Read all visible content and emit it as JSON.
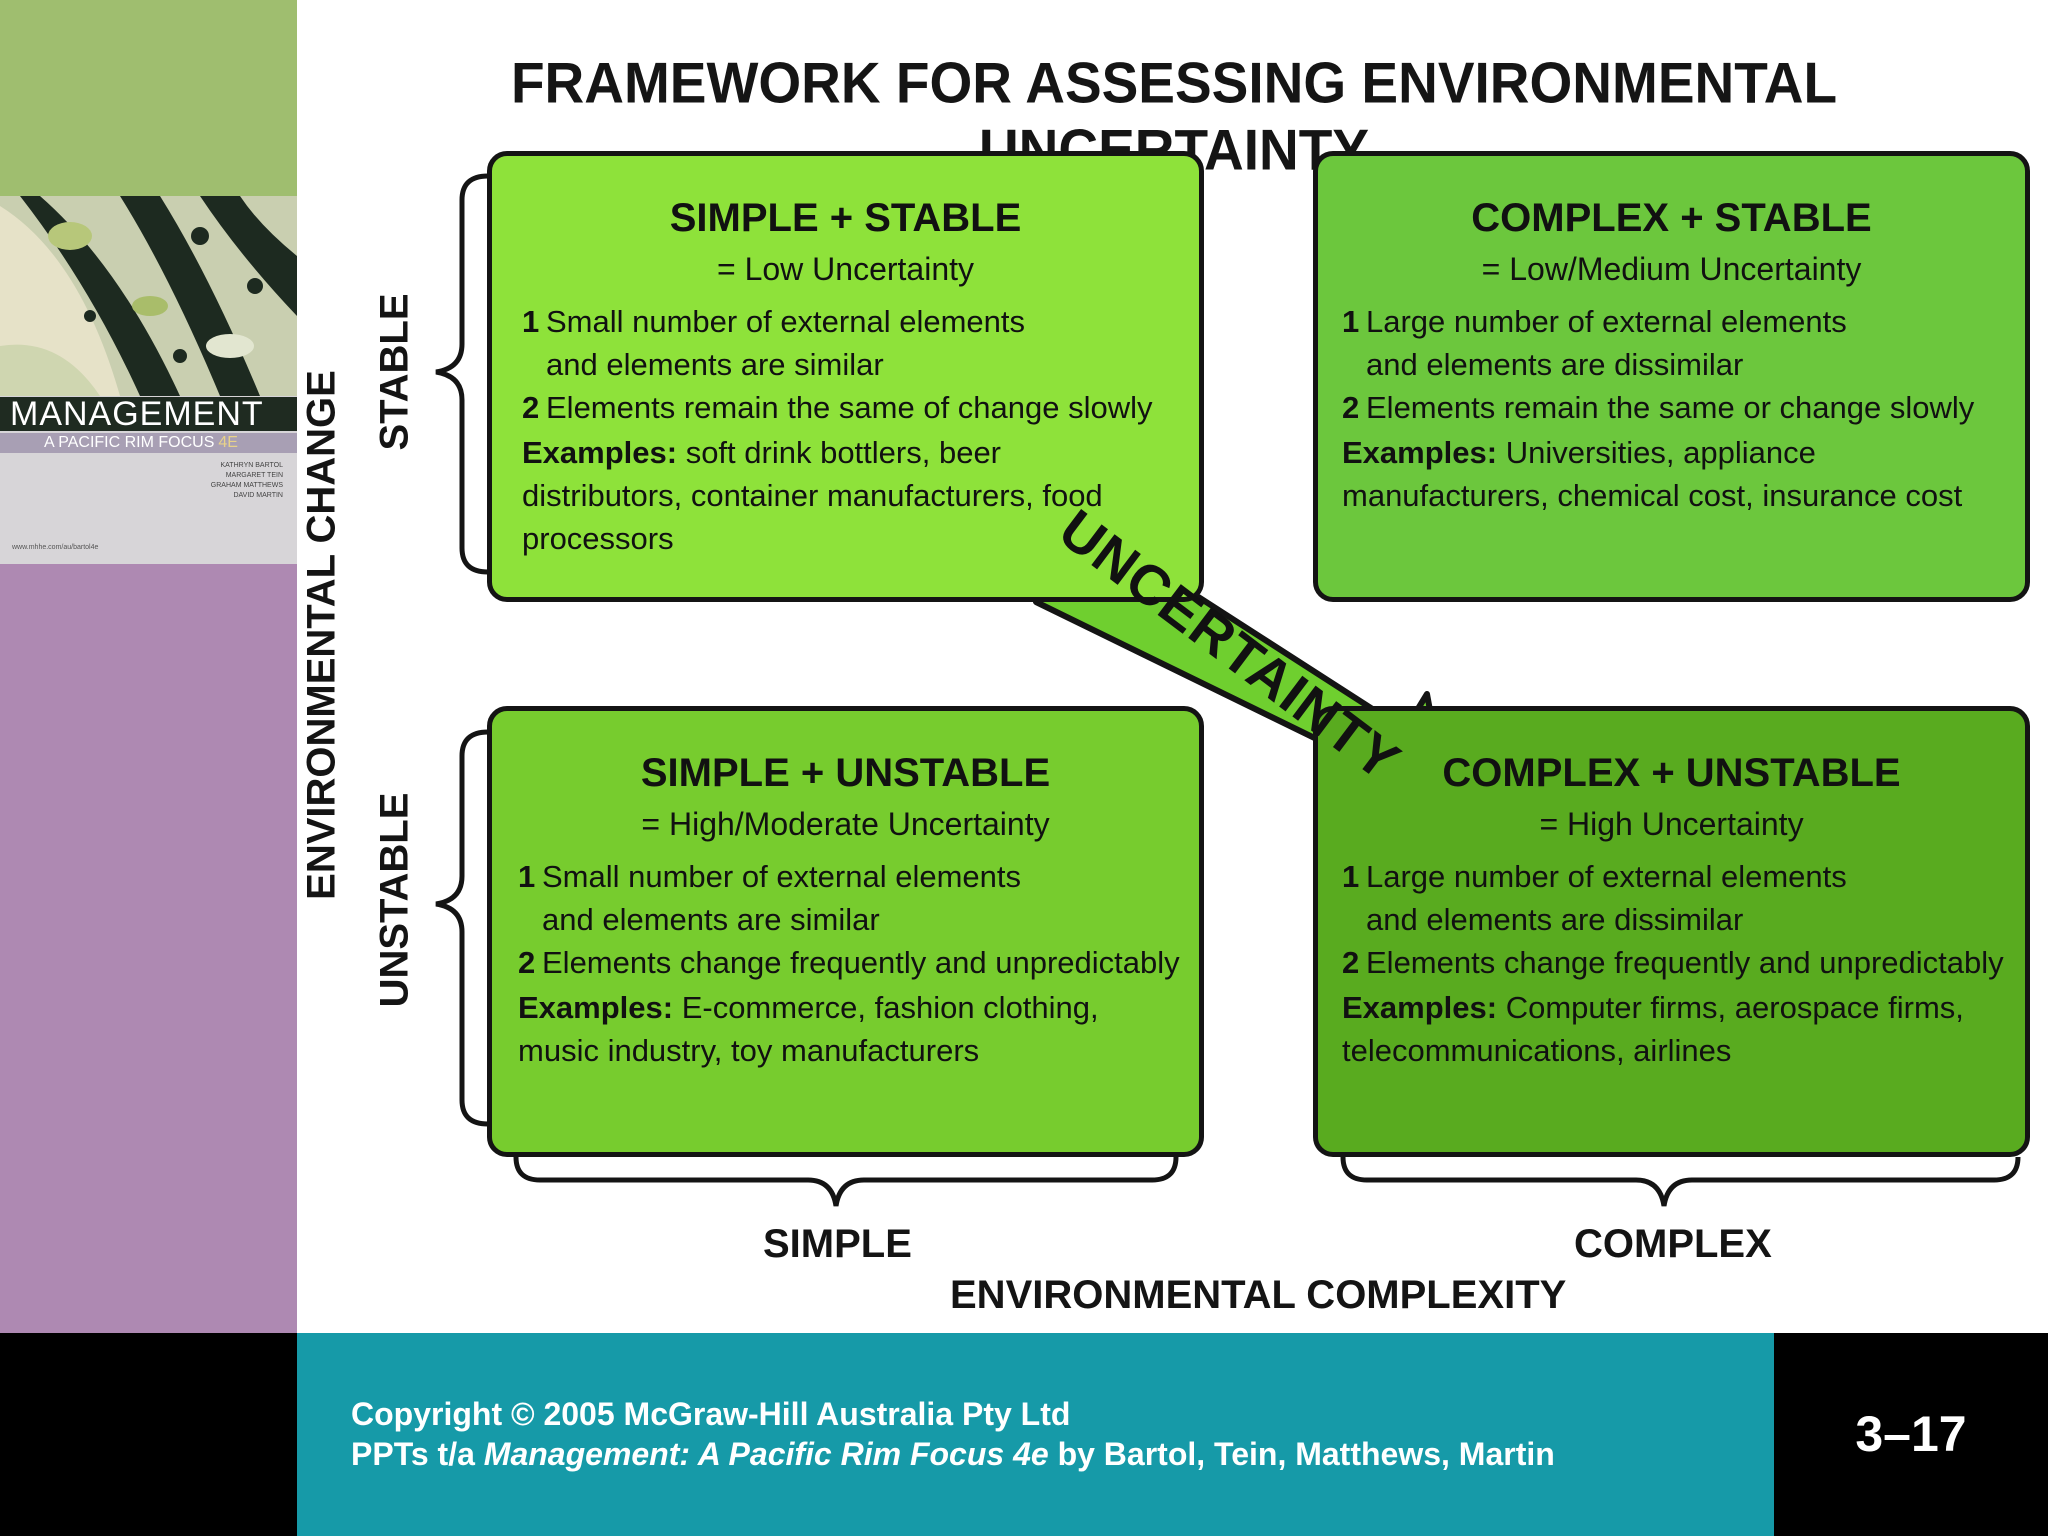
{
  "sidebar": {
    "cover": {
      "title": "MANAGEMENT",
      "subtitle": "A PACIFIC RIM FOCUS",
      "edition": "4E",
      "authors": [
        "KATHRYN BARTOL",
        "MARGARET TEIN",
        "GRAHAM MATTHEWS",
        "DAVID MARTIN"
      ],
      "url": "www.mhhe.com/au/bartol4e"
    }
  },
  "diagram": {
    "title": "FRAMEWORK FOR ASSESSING ENVIRONMENTAL UNCERTAINTY",
    "y_axis": {
      "title": "ENVIRONMENTAL CHANGE",
      "top_label": "STABLE",
      "bottom_label": "UNSTABLE"
    },
    "x_axis": {
      "title": "ENVIRONMENTAL COMPLEXITY",
      "left_label": "SIMPLE",
      "right_label": "COMPLEX"
    },
    "arrow_label": "UNCERTAINTY",
    "boxes": {
      "simple_stable": {
        "title": "SIMPLE + STABLE",
        "subtitle": "= Low Uncertainty",
        "item1_num": "1",
        "item1_text": "Small number of external elements and elements are similar",
        "item2_num": "2",
        "item2_text": "Elements remain the same of change slowly",
        "examples_label": "Examples:",
        "examples_text": " soft drink bottlers, beer distributors, container manufacturers, food processors"
      },
      "complex_stable": {
        "title": "COMPLEX + STABLE",
        "subtitle": "= Low/Medium Uncertainty",
        "item1_num": "1",
        "item1_text": "Large number of external elements and elements are dissimilar",
        "item2_num": "2",
        "item2_text": "Elements remain the same or change slowly",
        "examples_label": "Examples:",
        "examples_text": " Universities, appliance manufacturers, chemical cost, insurance cost"
      },
      "simple_unstable": {
        "title": "SIMPLE + UNSTABLE",
        "subtitle": "= High/Moderate Uncertainty",
        "item1_num": "1",
        "item1_text": "Small number of external elements and elements are similar",
        "item2_num": "2",
        "item2_text": "Elements change frequently and unpredictably",
        "examples_label": "Examples:",
        "examples_text": " E-commerce, fashion clothing, music industry, toy manufacturers"
      },
      "complex_unstable": {
        "title": "COMPLEX + UNSTABLE",
        "subtitle": "= High Uncertainty",
        "item1_num": "1",
        "item1_text": "Large number of external elements and elements are dissimilar",
        "item2_num": "2",
        "item2_text": "Elements change frequently and unpredictably",
        "examples_label": "Examples:",
        "examples_text": " Computer firms, aerospace firms, telecommunications, airlines"
      }
    },
    "colors": {
      "simple_stable": "#8ee23a",
      "complex_stable": "#6cc73d",
      "simple_unstable": "#77cc2e",
      "complex_unstable": "#59ab1f",
      "arrow": "#6fcf2f"
    }
  },
  "footer": {
    "copyright": "Copyright © 2005 McGraw-Hill Australia Pty Ltd",
    "ppt_prefix": "PPTs t/a ",
    "book_title": "Management: A Pacific Rim Focus 4e",
    "authors_suffix": " by Bartol, Tein, Matthews, Martin",
    "slide_number": "3–17"
  }
}
